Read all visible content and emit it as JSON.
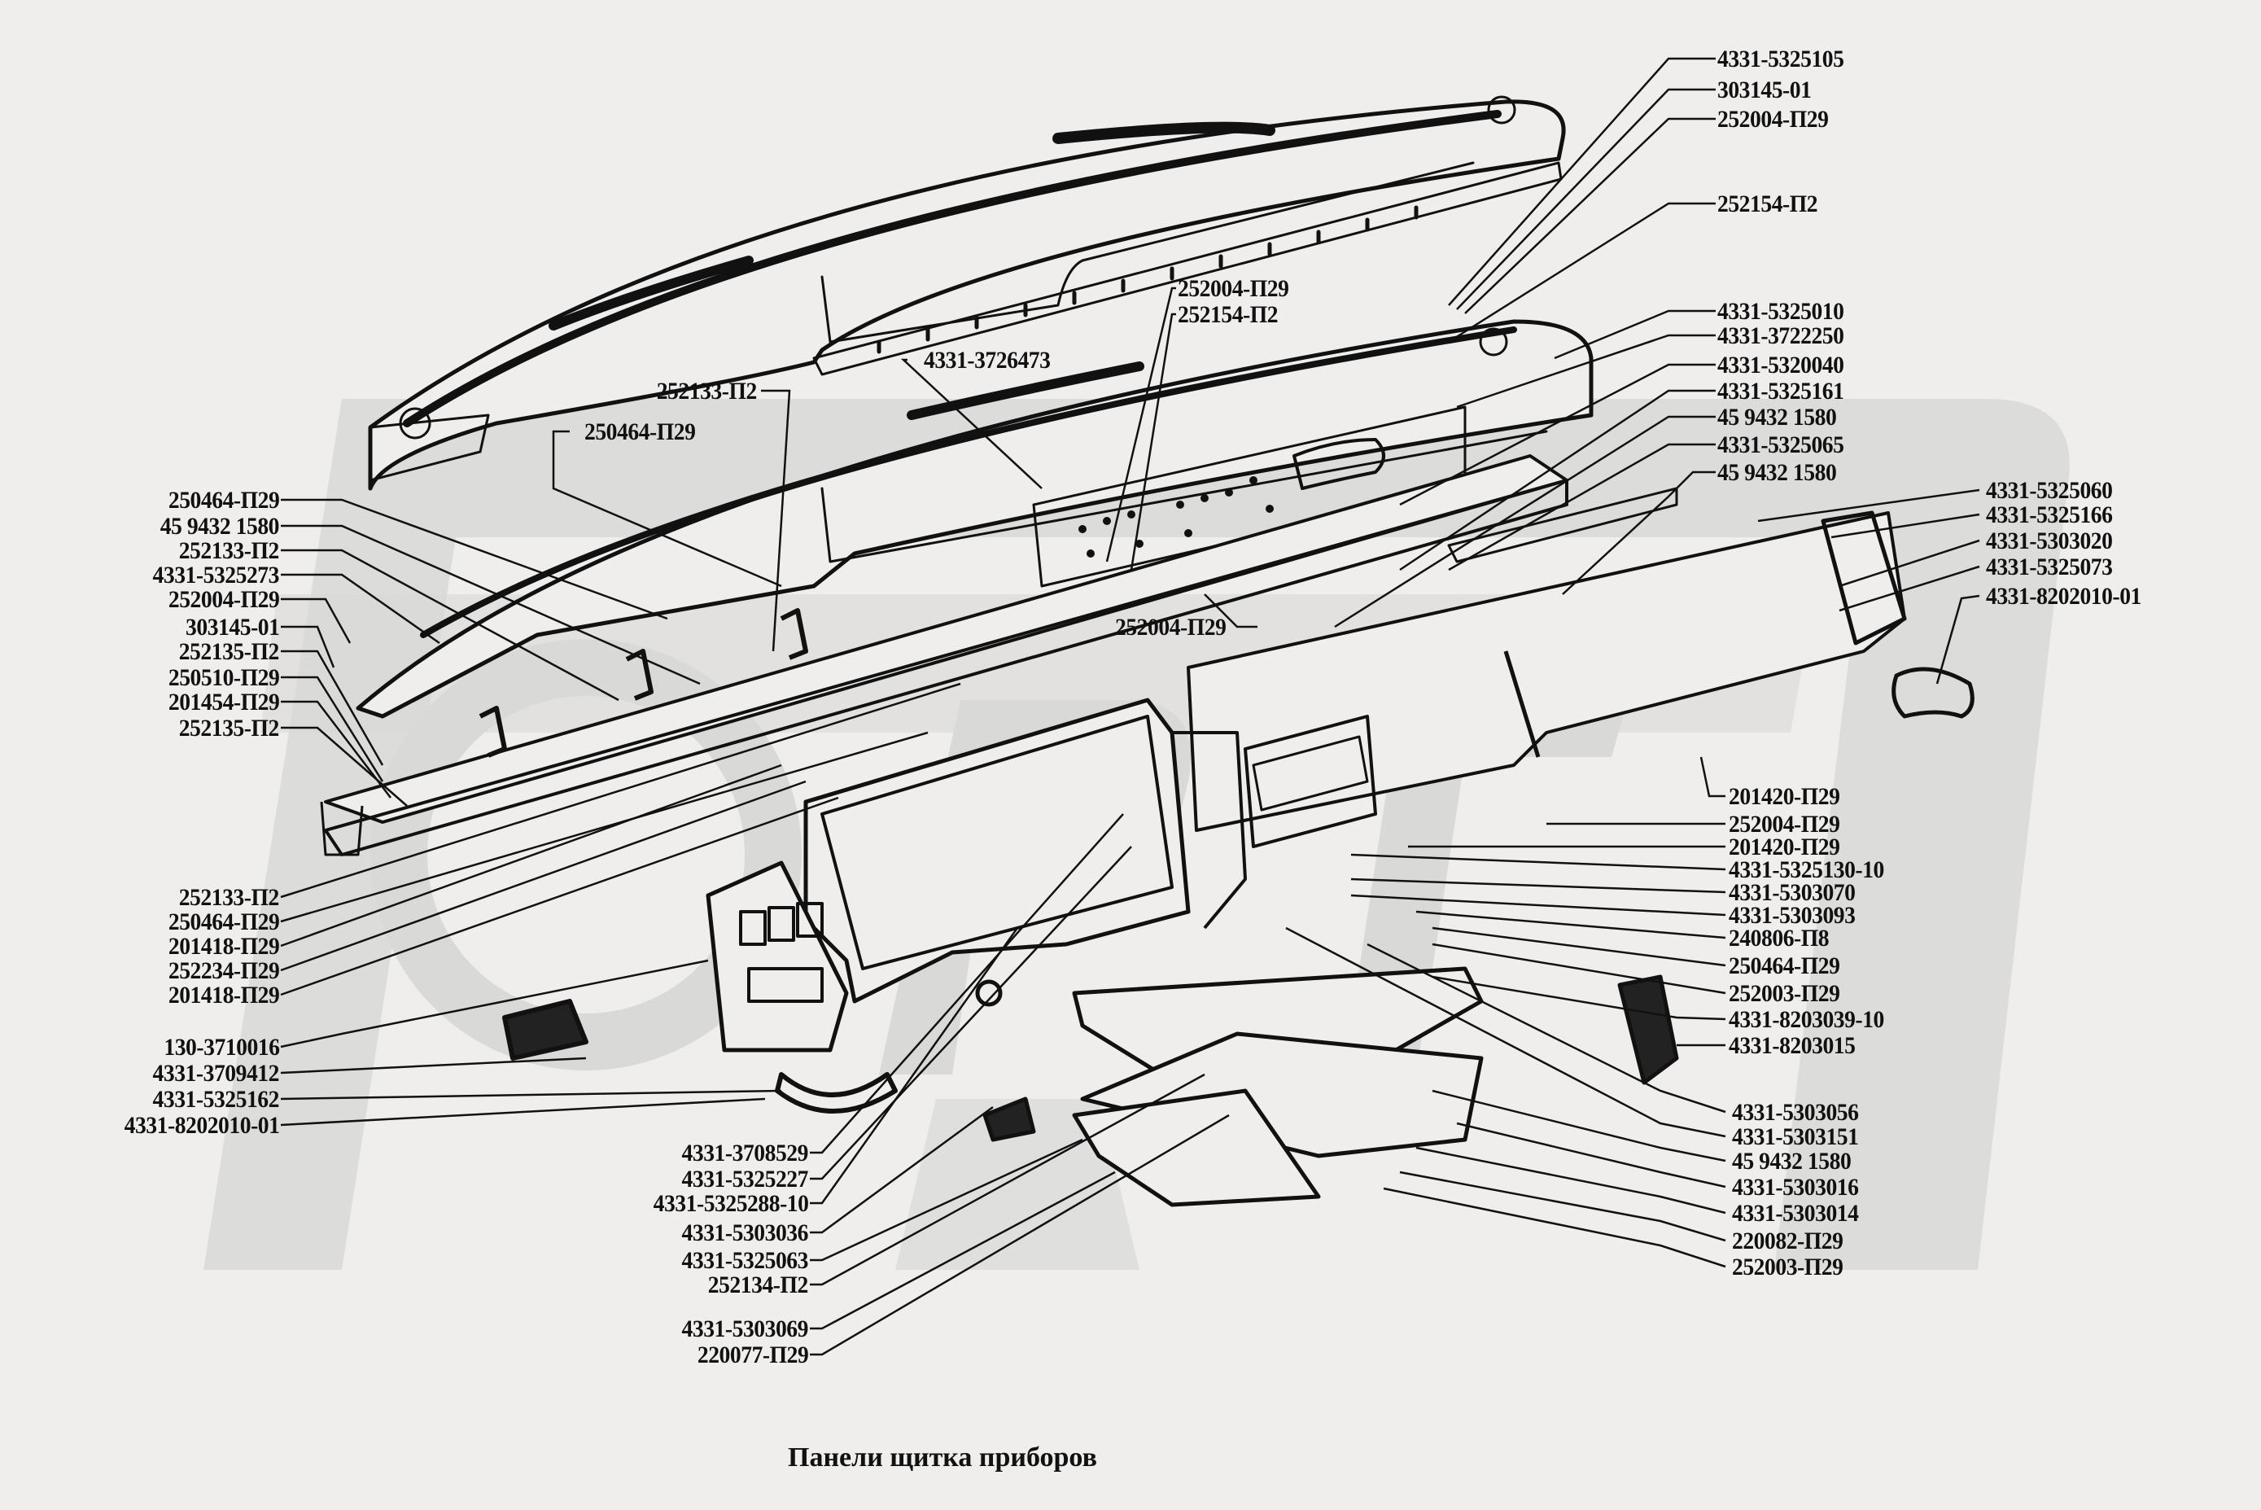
{
  "caption": "Панели щитка приборов",
  "colors": {
    "background": "#efeeec",
    "watermark": "#d8d8d7",
    "ink": "#111111"
  },
  "watermark": {
    "text": "ОРТ",
    "description": "gray stylized logo behind drawing"
  },
  "labels": {
    "right": [
      "4331-5325105",
      "303145-01",
      "252004-П29",
      "252154-П2",
      "4331-5325010",
      "4331-3722250",
      "4331-5320040",
      "4331-5325161",
      "45 9432 1580",
      "4331-5325065",
      "45 9432 1580",
      "4331-5325060",
      "4331-5325166",
      "4331-5303020",
      "4331-5325073",
      "4331-8202010-01",
      "201420-П29",
      "252004-П29",
      "201420-П29",
      "4331-5325130-10",
      "4331-5303070",
      "4331-5303093",
      "240806-П8",
      "250464-П29",
      "252003-П29",
      "4331-8203039-10",
      "4331-8203015",
      "4331-5303056",
      "4331-5303151",
      "45 9432 1580",
      "4331-5303016",
      "4331-5303014",
      "220082-П29",
      "252003-П29"
    ],
    "center_top": [
      "252004-П29",
      "252154-П2",
      "4331-3726473",
      "252133-П2",
      "250464-П29",
      "252004-П29"
    ],
    "left_upper": [
      "250464-П29",
      "45 9432 1580",
      "252133-П2",
      "4331-5325273",
      "252004-П29",
      "303145-01",
      "252135-П2",
      "250510-П29",
      "201454-П29",
      "252135-П2"
    ],
    "left_lower": [
      "252133-П2",
      "250464-П29",
      "201418-П29",
      "252234-П29",
      "201418-П29",
      "130-3710016",
      "4331-3709412",
      "4331-5325162",
      "4331-8202010-01"
    ],
    "bottom_center": [
      "4331-3708529",
      "4331-5325227",
      "4331-5325288-10",
      "4331-5303036",
      "4331-5325063",
      "252134-П2",
      "4331-5303069",
      "220077-П29"
    ]
  }
}
